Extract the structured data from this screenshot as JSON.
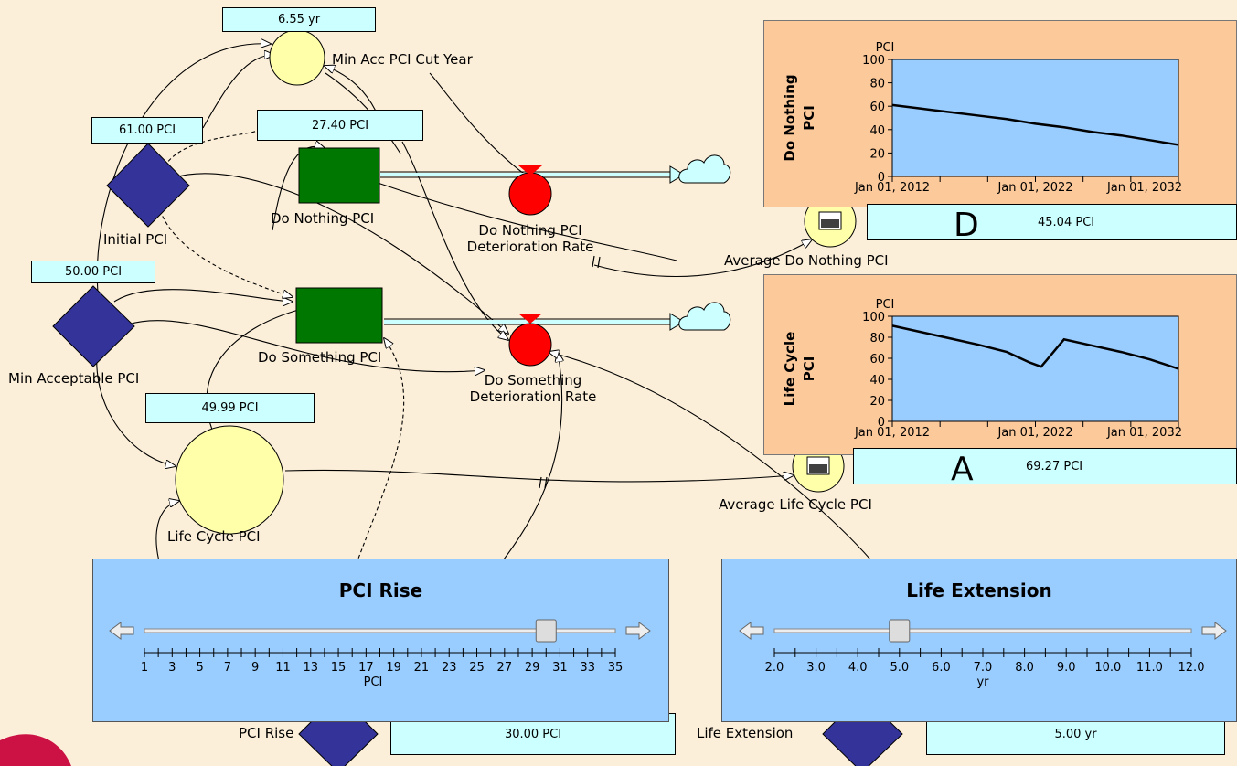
{
  "values": {
    "min_acc_cut_year": "6.55 yr",
    "initial_pci": "61.00 PCI",
    "do_nothing_pci": "27.40 PCI",
    "min_acceptable_pci": "50.00 PCI",
    "life_cycle_pci": "49.99 PCI",
    "pci_rise": "30.00 PCI",
    "life_extension": "5.00 yr"
  },
  "labels": {
    "min_acc_cut_year": "Min Acc PCI Cut Year",
    "initial_pci": "Initial PCI",
    "do_nothing_pci": "Do Nothing PCI",
    "do_nothing_rate_1": "Do Nothing PCI",
    "do_nothing_rate_2": "Deterioration Rate",
    "avg_do_nothing": "Average Do Nothing PCI",
    "min_acceptable_pci": "Min Acceptable PCI",
    "do_something_pci": "Do Something PCI",
    "do_something_rate_1": "Do Something",
    "do_something_rate_2": "Deterioration Rate",
    "life_cycle_pci": "Life Cycle PCI",
    "avg_life_cycle": "Average Life Cycle PCI",
    "pci_rise": "PCI Rise",
    "life_extension": "Life Extension"
  },
  "meters": {
    "do_nothing": {
      "letter": "D",
      "value": "45.04 PCI"
    },
    "life_cycle": {
      "letter": "A",
      "value": "69.27 PCI"
    }
  },
  "sliders": {
    "pci_rise": {
      "title": "PCI Rise",
      "unit": "PCI",
      "min": 1,
      "max": 35,
      "value": 30,
      "tick_labels": [
        "1",
        "3",
        "5",
        "7",
        "9",
        "11",
        "13",
        "15",
        "17",
        "19",
        "21",
        "23",
        "25",
        "27",
        "29",
        "31",
        "33",
        "35"
      ]
    },
    "life_extension": {
      "title": "Life Extension",
      "unit": "yr",
      "min": 2.0,
      "max": 12.0,
      "value": 5.0,
      "tick_labels": [
        "2.0",
        "3.0",
        "4.0",
        "5.0",
        "6.0",
        "7.0",
        "8.0",
        "9.0",
        "10.0",
        "11.0",
        "12.0"
      ]
    }
  },
  "chart_data": [
    {
      "type": "line",
      "ylabel_rotated": "Do Nothing PCI",
      "yunit": "PCI",
      "ylim": [
        0,
        100
      ],
      "yticks": [
        "0",
        "20",
        "40",
        "60",
        "80",
        "100"
      ],
      "xticks": [
        "Jan 01, 2012",
        "Jan 01, 2022",
        "Jan 01, 2032"
      ],
      "x": [
        2012,
        2014,
        2016,
        2018,
        2020,
        2022,
        2024,
        2026,
        2028,
        2030,
        2032
      ],
      "values": [
        61,
        58,
        55,
        52,
        49,
        45,
        42,
        38,
        35,
        31,
        27
      ]
    },
    {
      "type": "line",
      "ylabel_rotated": "Life Cycle PCI",
      "yunit": "PCI",
      "ylim": [
        0,
        100
      ],
      "yticks": [
        "0",
        "20",
        "40",
        "60",
        "80",
        "100"
      ],
      "xticks": [
        "Jan 01, 2012",
        "Jan 01, 2022",
        "Jan 01, 2032"
      ],
      "x": [
        2012,
        2014,
        2016,
        2018,
        2020,
        2021.6,
        2022.4,
        2024,
        2026,
        2028,
        2030,
        2032
      ],
      "values": [
        91,
        85,
        79,
        73,
        66,
        56,
        52,
        78,
        72,
        66,
        59,
        50
      ]
    }
  ],
  "colors": {
    "background": "#fcefd9",
    "stock": "#007700",
    "converter": "#ffffaa",
    "rate": "#ff0000",
    "slider_input": "#333399",
    "value_box": "#ccffff",
    "panel": "#99ccff",
    "graph_frame": "#fcc99b",
    "plot_area": "#99ccff"
  }
}
